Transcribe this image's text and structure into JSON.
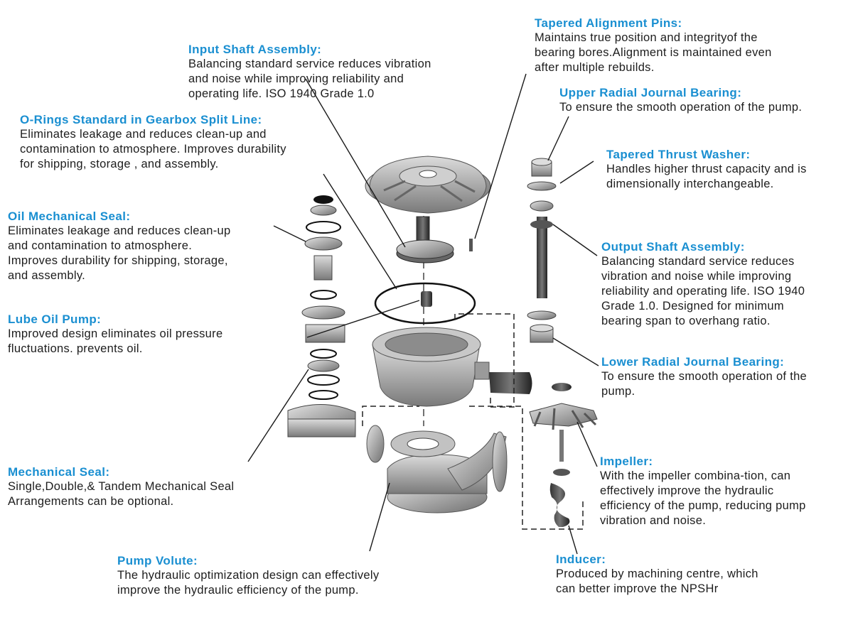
{
  "labels": {
    "tapered_alignment_pins": {
      "title": "Tapered Alignment Pins:",
      "text": "Maintains true position and integrityof the\nbearing bores.Alignment is maintained even\nafter multiple rebuilds."
    },
    "input_shaft_assembly": {
      "title": "Input Shaft Assembly:",
      "text": "Balancing standard service reduces vibration\nand noise while improving reliability and\noperating life. ISO 1940 Grade 1.0"
    },
    "upper_radial_journal_bearing": {
      "title": "Upper Radial Journal Bearing:",
      "text": "To ensure the smooth operation of the pump."
    },
    "o_rings": {
      "title": "O-Rings Standard in Gearbox Split Line:",
      "text": "Eliminates leakage and reduces clean-up and\ncontamination to atmosphere. Improves durability\nfor shipping, storage , and  assembly."
    },
    "tapered_thrust_washer": {
      "title": "Tapered Thrust Washer:",
      "text": "Handles higher thrust capacity and is\ndimensionally interchangeable."
    },
    "oil_mechanical_seal": {
      "title": "Oil Mechanical Seal:",
      "text": "Eliminates leakage and reduces clean-up\nand contamination to atmosphere.\nImproves durability for shipping, storage,\nand assembly."
    },
    "output_shaft_assembly": {
      "title": "Output Shaft Assembly:",
      "text": "Balancing standard service reduces\nvibration and noise while improving\nreliability and operating life. ISO 1940\nGrade 1.0. Designed for minimum\nbearing span to overhang ratio."
    },
    "lube_oil_pump": {
      "title": "Lube Oil Pump:",
      "text": "Improved design eliminates oil pressure\nfluctuations.  prevents oil."
    },
    "lower_radial_journal_bearing": {
      "title": "Lower Radial Journal Bearing:",
      "text": "To ensure the smooth operation of the\npump."
    },
    "impeller": {
      "title": "Impeller:",
      "text": "With the impeller combina-tion, can\neffectively improve the hydraulic\nefficiency of the pump, reducing pump\nvibration and noise."
    },
    "mechanical_seal": {
      "title": "Mechanical Seal:",
      "text": "Single,Double,& Tandem Mechanical Seal\nArrangements  can be optional."
    },
    "inducer": {
      "title": "Inducer:",
      "text": "Produced by machining centre, which\ncan better improve the NPSHr"
    },
    "pump_volute": {
      "title": "Pump Volute:",
      "text": "The hydraulic optimization design can effectively\nimprove the hydraulic efficiency of the pump."
    }
  },
  "colors": {
    "title": "#1a8fd1",
    "text": "#1d1d1d",
    "leader": "#1a1a1a",
    "metal": "#a9a9a9"
  }
}
